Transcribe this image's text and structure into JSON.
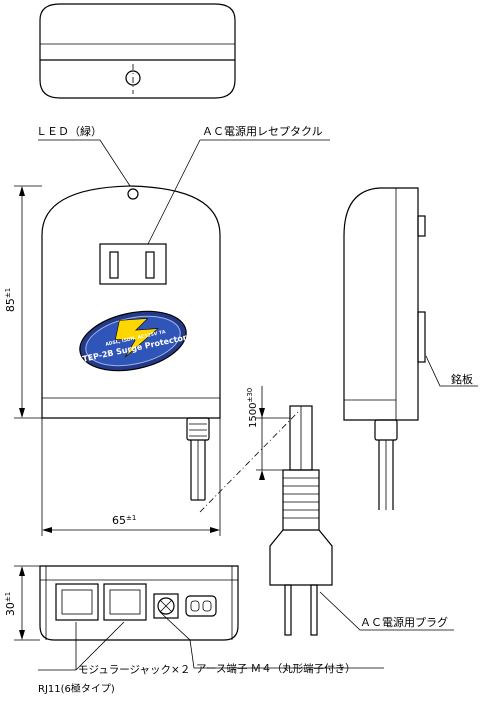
{
  "labels": {
    "led": "ＬＥＤ（緑）",
    "ac_outlet": "ＡＣ電源用レセプタクル",
    "nameplate": "銘板",
    "ac_plug": "ＡＣ電源用プラグ",
    "modular_jack": "モジュラージャック×２",
    "rj11": "RJ11(6極タイプ)",
    "ground_terminal": "アース端子 Ｍ４（丸形端子付き）"
  },
  "dimensions": {
    "height": "85",
    "height_tol": "±1",
    "width": "65",
    "width_tol": "±1",
    "depth": "30",
    "depth_tol": "±1",
    "cord": "1500",
    "cord_tol": "±30"
  },
  "logo": {
    "brand": "TEP-2B Surge Protector",
    "spec": "ADSL, ISDN, AC125V 7A"
  }
}
